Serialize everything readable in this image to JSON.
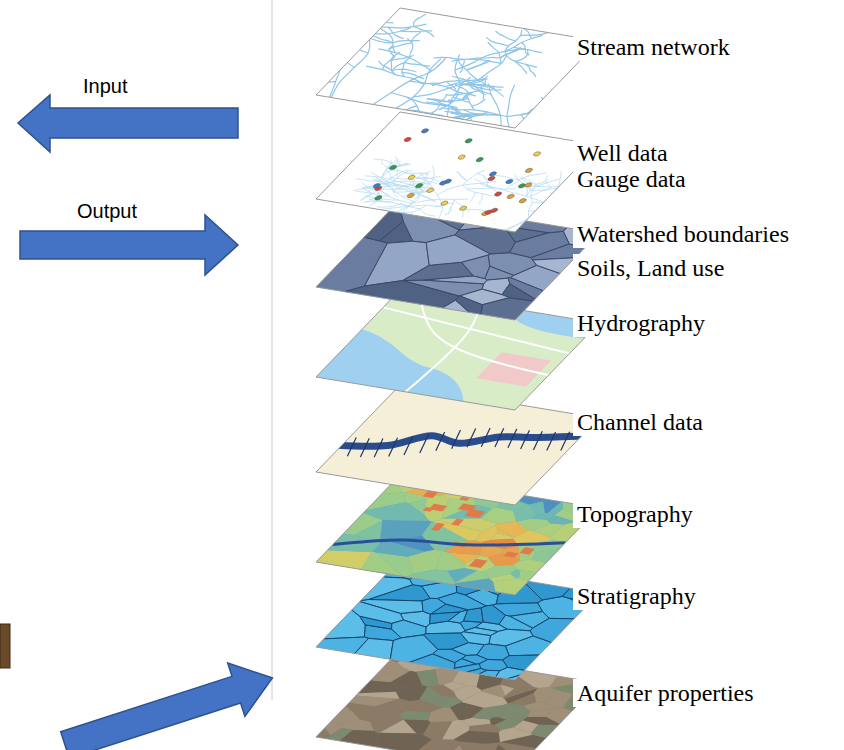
{
  "diagram": {
    "labels": [
      "Input",
      "Output",
      "Stream network",
      "Well data",
      "Gauge data",
      "Watershed boundaries",
      "Soils, Land use",
      "Hydrography",
      "Channel data",
      "Topography",
      "Stratigraphy",
      "Aquifer properties"
    ]
  }
}
